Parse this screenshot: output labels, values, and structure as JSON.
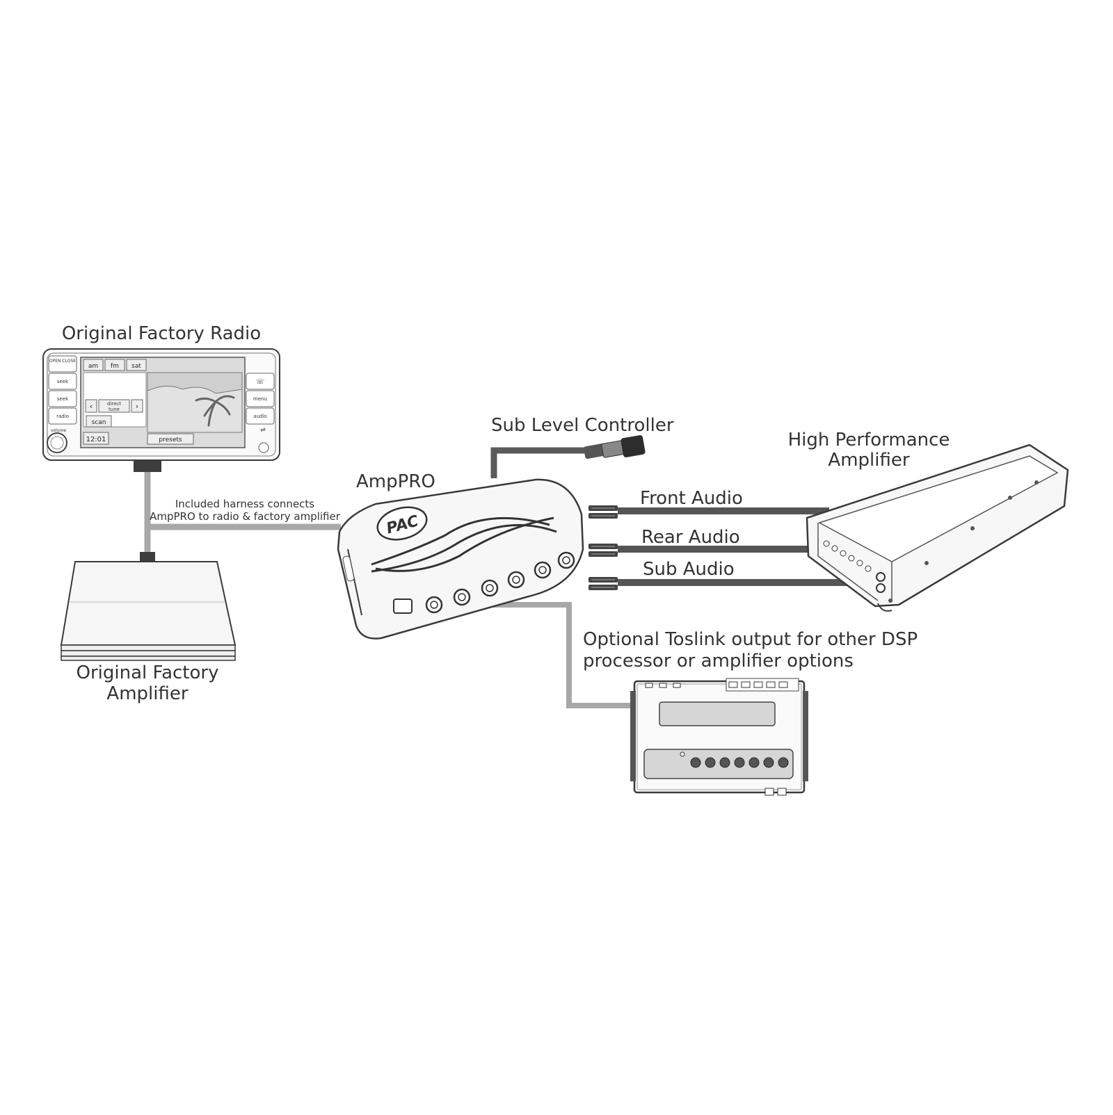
{
  "labels": {
    "radio_title": "Original Factory Radio",
    "factory_amp_line1": "Original Factory",
    "factory_amp_line2": "Amplifier",
    "harness_line1": "Included harness connects",
    "harness_line2": "AmpPRO to radio & factory amplifier",
    "amppro": "AmpPRO",
    "sub_controller": "Sub Level Controller",
    "hp_amp_line1": "High Performance",
    "hp_amp_line2": "Amplifier",
    "front_audio": "Front Audio",
    "rear_audio": "Rear Audio",
    "sub_audio": "Sub Audio",
    "toslink_line1": "Optional Toslink output for other DSP",
    "toslink_line2": "processor or amplifier options"
  },
  "radio_screen": {
    "tabs": [
      "am",
      "fm",
      "sat"
    ],
    "direct_tune_line1": "direct",
    "direct_tune_line2": "tune",
    "scan": "scan",
    "clock": "12:01",
    "presets": "presets"
  },
  "radio_buttons": {
    "left": [
      "OPEN CLOSE",
      "seek",
      "seek",
      "radio",
      "volume"
    ],
    "right": [
      "menu",
      "audio"
    ]
  },
  "amppro_logo": "PAC",
  "colors": {
    "wire_gray": "#a8a8a8",
    "cable_dark": "#555555",
    "outline": "#3a3a3a",
    "fill_light": "#f4f4f4"
  }
}
